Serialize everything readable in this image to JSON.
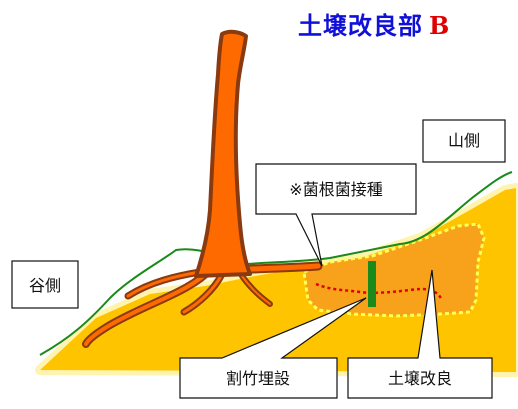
{
  "title": {
    "main": "土壌改良部",
    "code": "B"
  },
  "labels": {
    "mountain_side": "山側",
    "inoculation": "※菌根菌接種",
    "valley_side": "谷側",
    "bamboo": "割竹埋設",
    "soil": "土壌改良"
  },
  "colors": {
    "title_text": "#1010d8",
    "title_code": "#e00000",
    "ground_fill": "#ffc400",
    "ground_edge_glow": "#fff0a0",
    "grass_line": "#1a8a1a",
    "trunk_fill": "#ff6a00",
    "trunk_outline": "#8a3a10",
    "improved_zone": "#f7a21a",
    "improved_border": "#ffff66",
    "bamboo": "#1a8a1a",
    "root_dots": "#e00000"
  }
}
